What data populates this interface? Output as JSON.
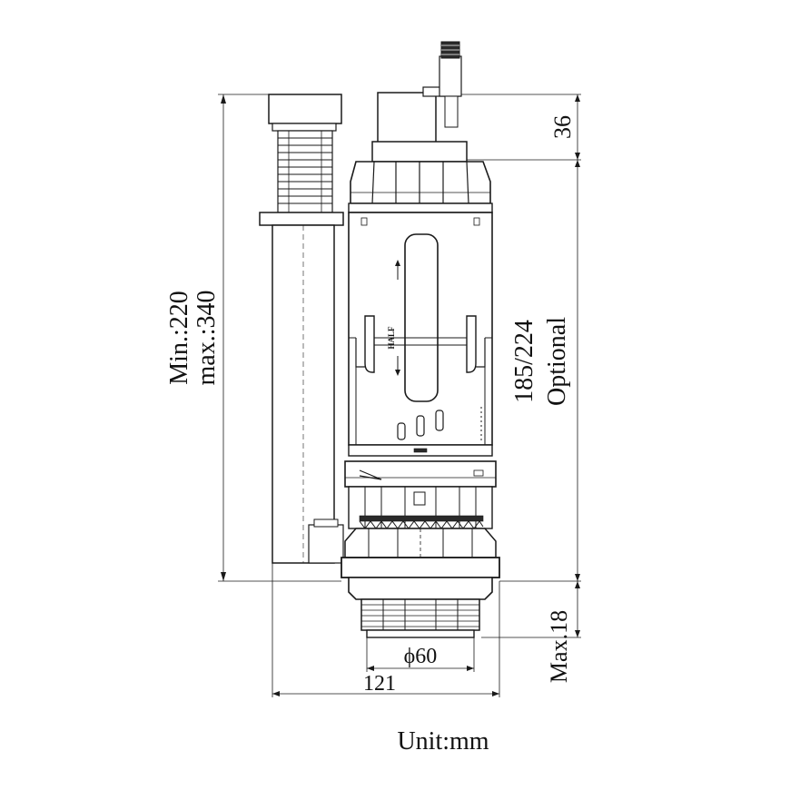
{
  "drawing": {
    "dimensions": {
      "height_range_min": "Min.:220",
      "height_range_max": "max.:340",
      "top_offset": "36",
      "body_height_value": "185/224",
      "body_height_note": "Optional",
      "thread_length": "Max.18",
      "thread_diameter": "ϕ60",
      "overall_width": "121"
    },
    "label_half": "HALF",
    "unit_label": "Unit:mm"
  },
  "colors": {
    "line": "#1a1a1a",
    "background": "#ffffff"
  }
}
